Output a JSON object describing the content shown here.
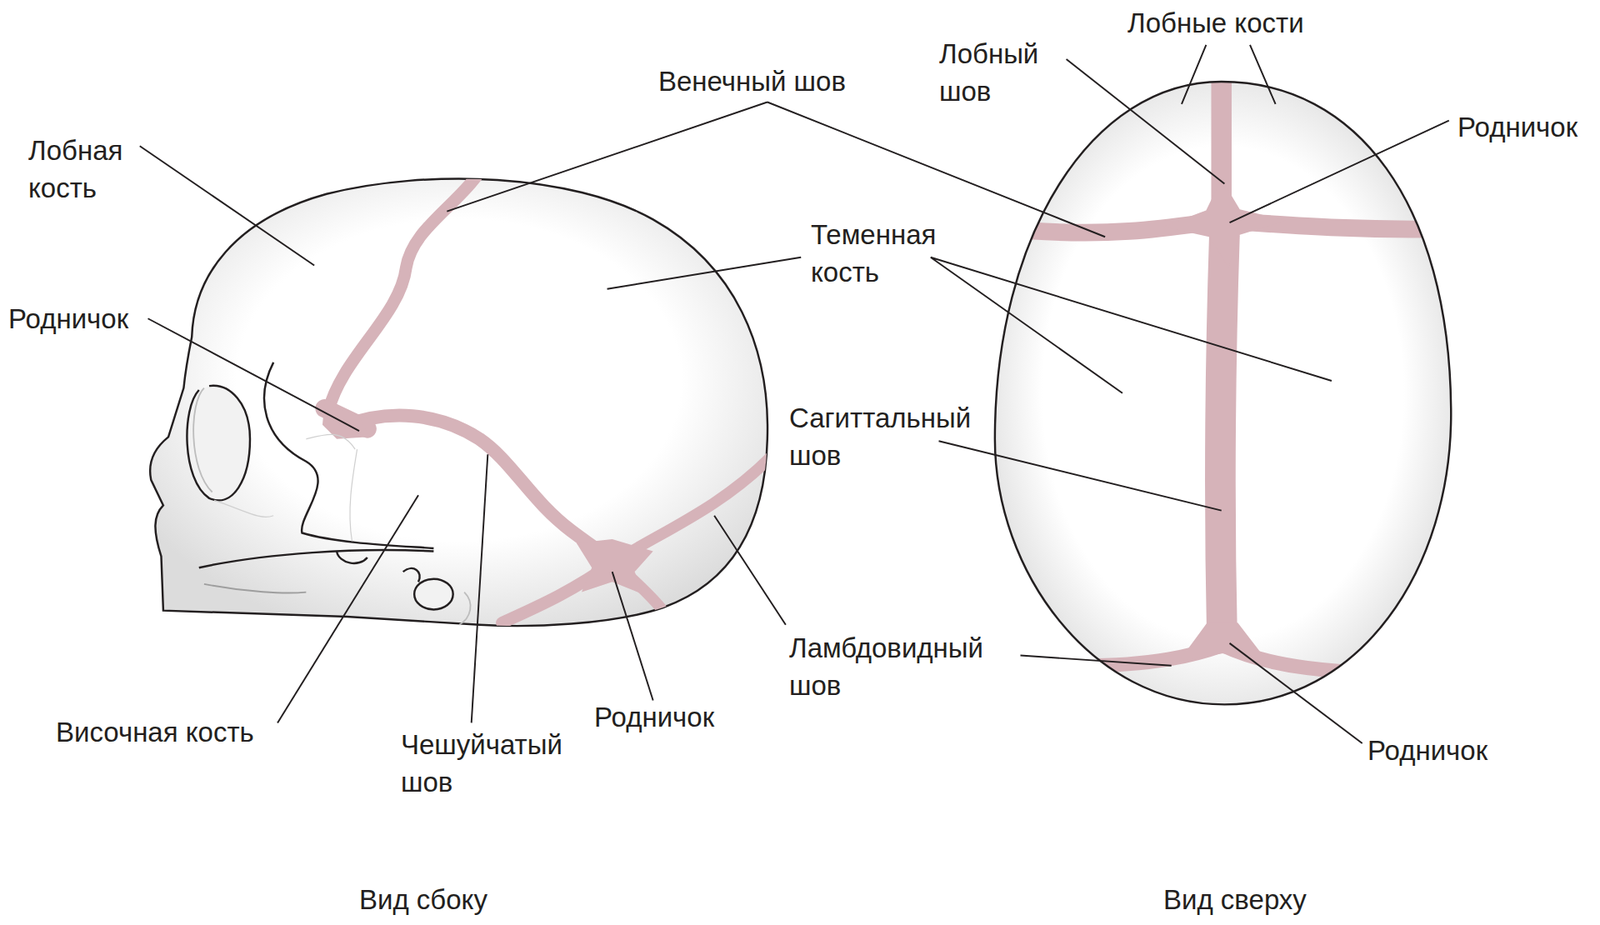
{
  "diagram": {
    "labels": [
      "Лобные кости",
      "Лобный шов",
      "Венечный шов",
      "Родничок",
      "Лобная кость",
      "Теменная кость",
      "Родничок",
      "Сагиттальный шов",
      "Ламбдовидный шов",
      "Височная кость",
      "Родничок",
      "Чешуйчатый шов",
      "Родничок",
      "Вид сбоку",
      "Вид сверху"
    ]
  }
}
